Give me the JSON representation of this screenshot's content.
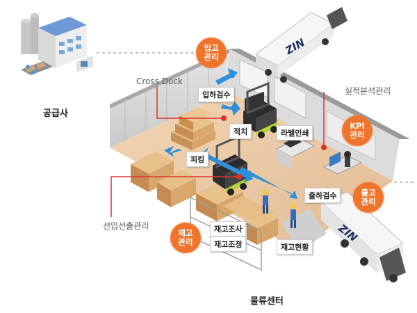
{
  "supplier_label": "공급사",
  "center_label": "물류센터",
  "callouts": {
    "cross_dock": "Cross Dock",
    "performance": "실적분석관리",
    "fifo": "선입선출관리"
  },
  "process_boxes": {
    "inbound_inspection": "입하검수",
    "putaway": "적치",
    "label_print": "라벨인쇄",
    "picking": "피킹",
    "outbound_inspection": "출하검수",
    "stock_survey": "재고조사",
    "stock_adjust": "재고조정",
    "stock_status": "재고현황"
  },
  "badges": {
    "inbound": "입고관리",
    "kpi": "KPI관리",
    "outbound": "출고관리",
    "inventory": "재고관리"
  },
  "trucks": {
    "top_logo": "ZIN",
    "bottom_logo": "ZIN"
  },
  "colors": {
    "accent_orange": "#f0742c",
    "leader_red": "#e0312a",
    "flow_blue": "#2f8fd8",
    "floor": "#e9c9a4",
    "wall": "#d9d9d9"
  }
}
